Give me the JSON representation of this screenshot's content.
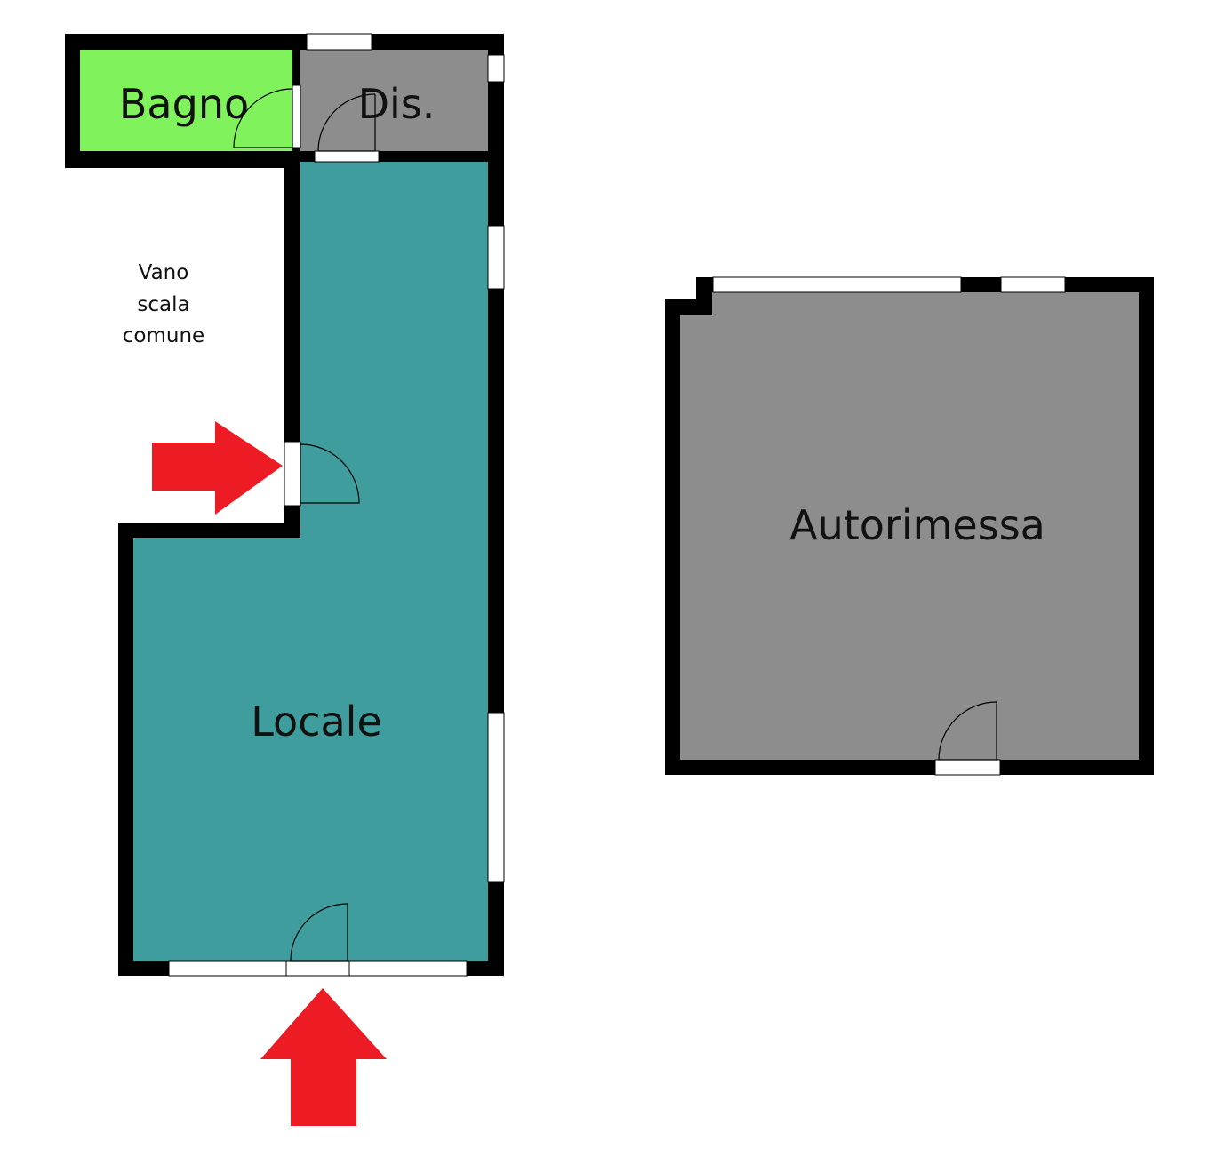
{
  "labels": {
    "bagno": "Bagno",
    "disimpegno": "Dis.",
    "vano_scala_line1": "Vano",
    "vano_scala_line2": "scala",
    "vano_scala_line3": "comune",
    "locale": "Locale",
    "autorimessa": "Autorimessa"
  },
  "colors": {
    "wall": "#000000",
    "bagno": "#80f35c",
    "disimpegno": "#8d8d8d",
    "locale": "#409d9d",
    "autorimessa": "#8d8d8d",
    "opening": "#ffffff",
    "arrow": "#ed1c24"
  },
  "icons": {
    "entrance_arrows": [
      "arrow-right-icon",
      "arrow-up-icon"
    ]
  }
}
